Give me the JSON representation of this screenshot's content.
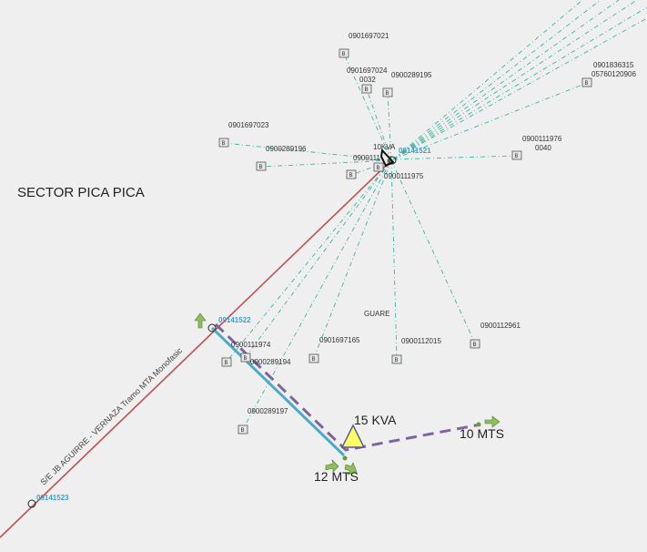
{
  "sector_label": "SECTOR PICA PICA",
  "feeder_label": "S/E JB AGUIRRE - VERNAZA    Tramo MTA Monofasic",
  "nodes": [
    "09141521",
    "09141522",
    "09141523"
  ],
  "meters": [
    "0901697021",
    "0901697024",
    "0032",
    "0900289195",
    "0901836315",
    "05760120906",
    "0901697023",
    "0900289196",
    "10KVA",
    "0900111",
    "0900111975",
    "0900111976",
    "0040",
    "GUARE",
    "0900112961",
    "0900111974",
    "0900289194",
    "0901697165",
    "0900112015",
    "0900289197"
  ],
  "transformer_label": "15 KVA",
  "distance_labels": [
    "12 MTS",
    "10 MTS"
  ],
  "box_glyph": "B",
  "colors": {
    "primary_line": "#c0504d",
    "new_line": "#4bacc6",
    "planned_line": "#8064a2",
    "service_drop": "#3cb4a0",
    "transformer": "#ffff66",
    "arrow": "#8fbf5a"
  }
}
